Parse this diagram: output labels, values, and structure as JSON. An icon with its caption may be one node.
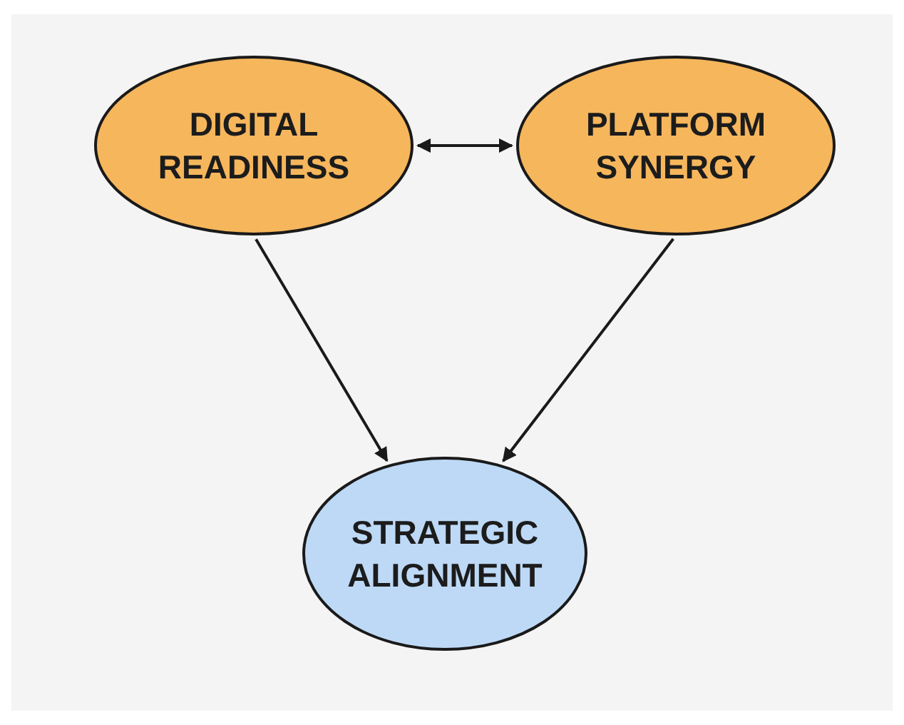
{
  "diagram": {
    "nodes": [
      {
        "text": [
          "DIGITAL READINESS"
        ]
      },
      {
        "text": [
          "PLATFORM SYNERGY"
        ]
      },
      {
        "text": [
          "STRATEGIC ALIGNMENT"
        ]
      }
    ],
    "edges": [
      {
        "from": 0,
        "to": 1,
        "arrow": "both"
      },
      {
        "from": 0,
        "to": 2,
        "arrow": "to"
      },
      {
        "from": 1,
        "to": 2,
        "arrow": "to"
      }
    ]
  }
}
